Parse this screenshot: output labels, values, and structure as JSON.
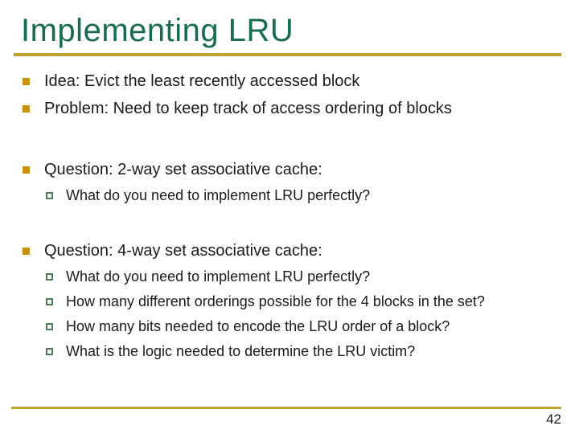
{
  "slide": {
    "title": "Implementing LRU",
    "page_number": "42",
    "colors": {
      "title_green": "#176c4f",
      "rule_gold": "#bea22e",
      "bullet_gold": "#c8940f",
      "sub_bullet_outline_green": "#4d7c5a",
      "body_text": "#1a1a1a",
      "background": "#ffffff"
    },
    "content": {
      "items": [
        {
          "level": 1,
          "text": "Idea: Evict the least recently accessed block"
        },
        {
          "level": 1,
          "text": "Problem: Need to keep track of access ordering of blocks"
        },
        {
          "level": 1,
          "text": "Question: 2-way set associative cache:"
        },
        {
          "level": 2,
          "text": "What do you need to implement LRU perfectly?"
        },
        {
          "level": 1,
          "text": "Question: 4-way set associative cache:"
        },
        {
          "level": 2,
          "text": "What do you need to implement LRU perfectly?"
        },
        {
          "level": 2,
          "text": "How many different orderings possible for the 4 blocks in the set?"
        },
        {
          "level": 2,
          "text": "How many bits needed to encode the LRU order of a block?"
        },
        {
          "level": 2,
          "text": "What is the logic needed to determine the LRU victim?"
        }
      ]
    }
  }
}
